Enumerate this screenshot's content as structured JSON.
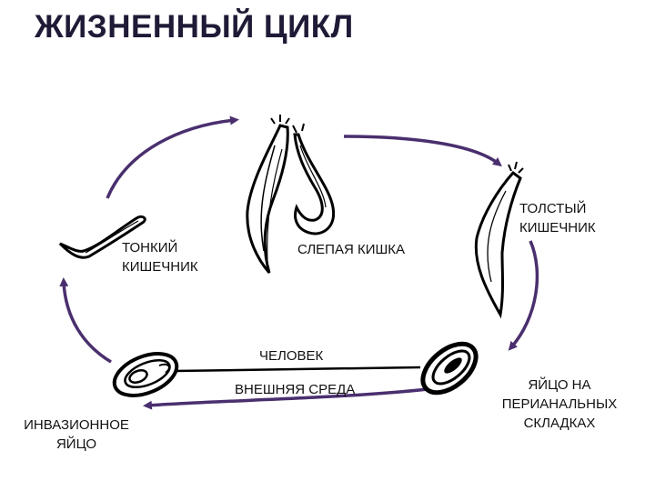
{
  "title": "ЖИЗНЕННЫЙ ЦИКЛ",
  "labels": {
    "small_intestine": "ТОНКИЙ\nКИШЕЧНИК",
    "cecum": "СЛЕПАЯ КИШКА",
    "large_intestine": "ТОЛСТЫЙ\nКИШЕЧНИК",
    "human": "ЧЕЛОВЕК",
    "environment": "ВНЕШНЯЯ СРЕДА",
    "perianal_egg": "ЯЙЦО НА\nПЕРИАНАЛЬНЫХ\nСКЛАДКАХ",
    "invasive_egg": "ИНВАЗИОННОЕ\nЯЙЦО"
  },
  "colors": {
    "arrow": "#4a2f6e",
    "title": "#1f1a36",
    "ink": "#111111"
  }
}
